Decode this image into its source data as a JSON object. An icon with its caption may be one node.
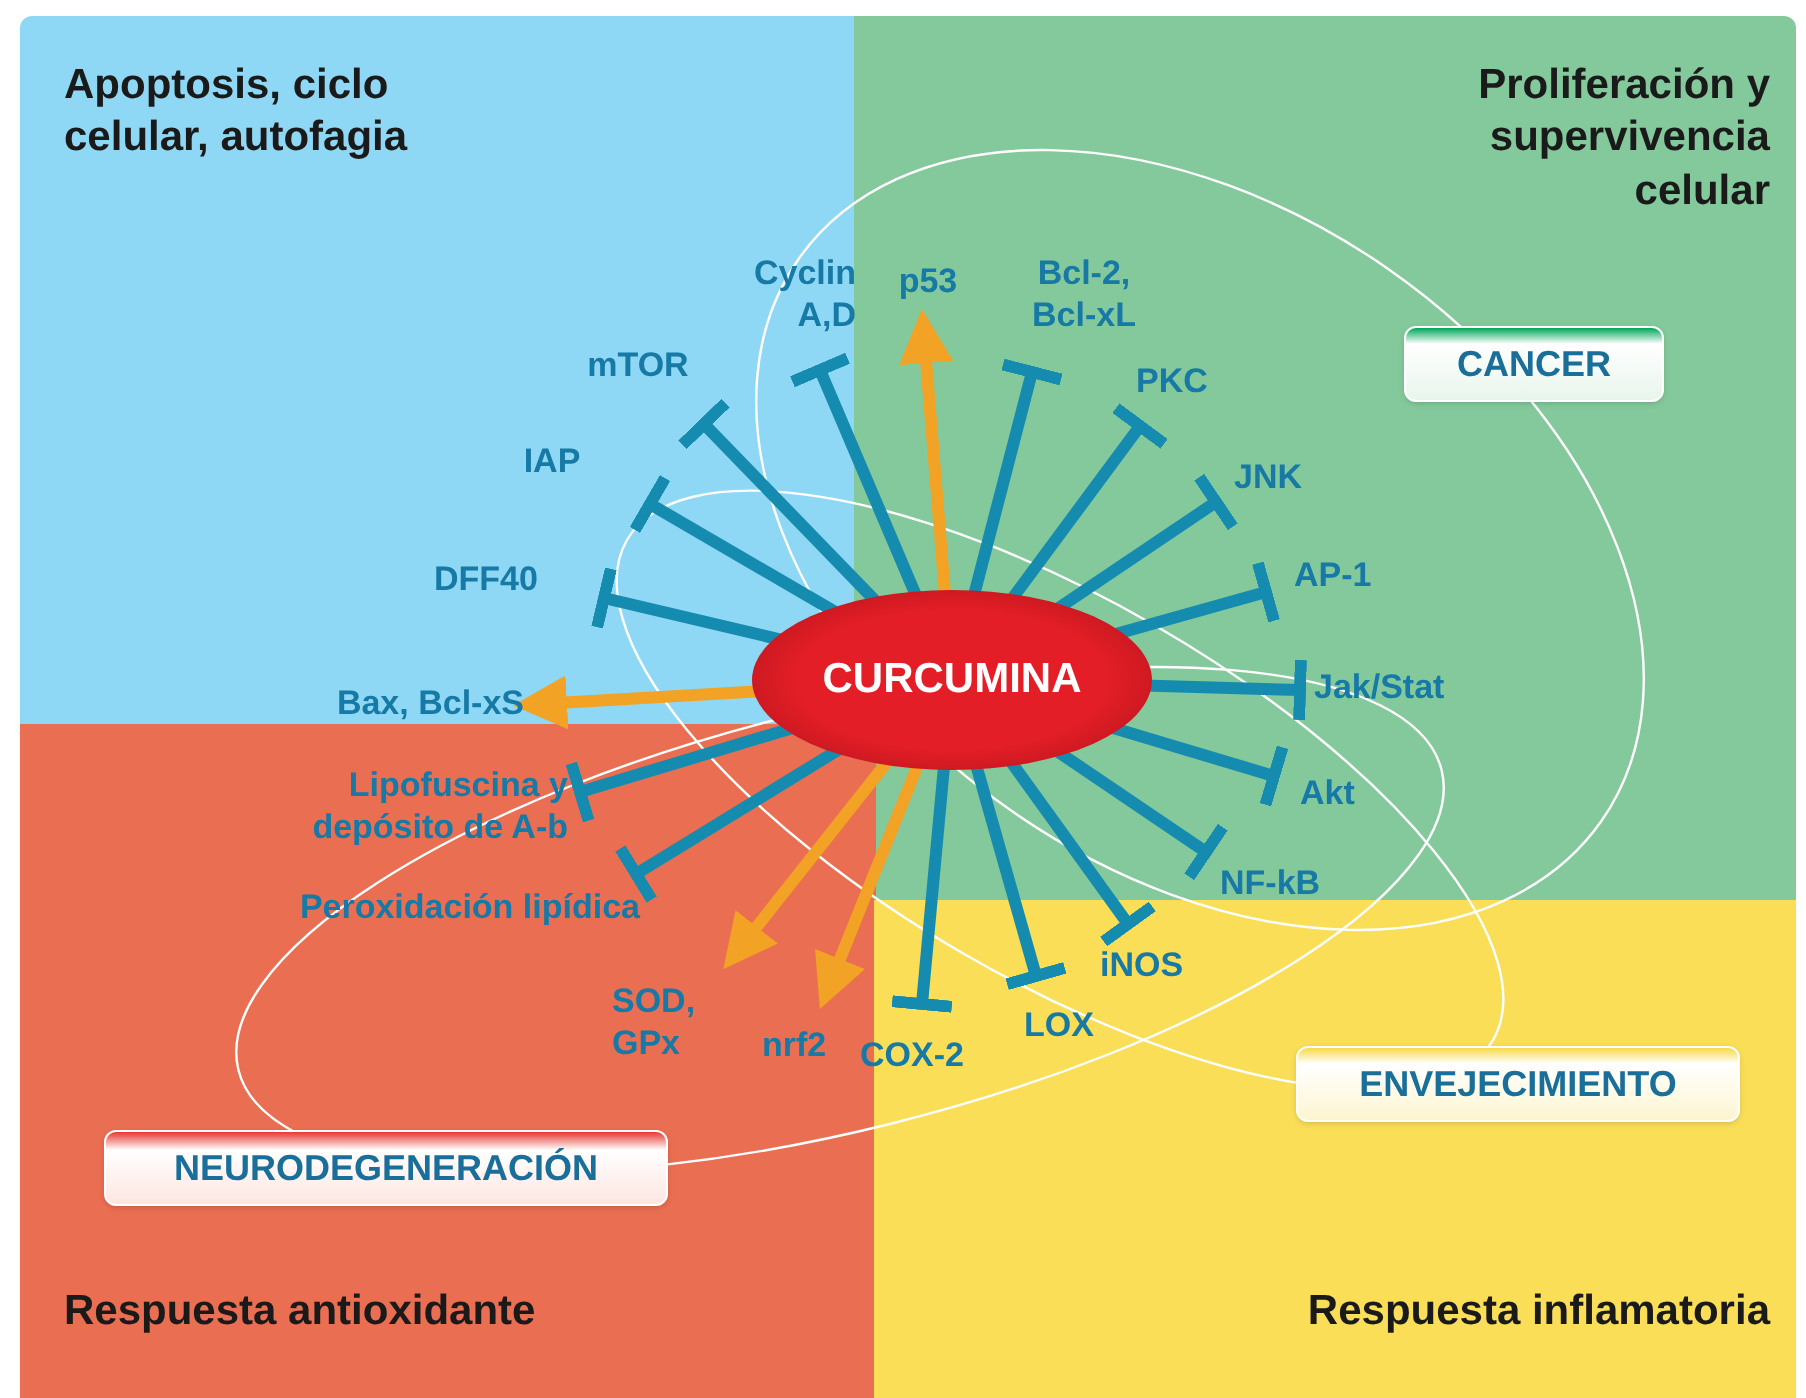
{
  "diagram": {
    "nodes": [
      {
        "text": [
          "CURCUMINA"
        ]
      },
      {
        "text": [
          "Cyclin A,D"
        ]
      },
      {
        "text": [
          "p53"
        ]
      },
      {
        "text": [
          "Bcl-2, Bcl-xL"
        ]
      },
      {
        "text": [
          "mTOR"
        ]
      },
      {
        "text": [
          "PKC"
        ]
      },
      {
        "text": [
          "IAP"
        ]
      },
      {
        "text": [
          "JNK"
        ]
      },
      {
        "text": [
          "DFF40"
        ]
      },
      {
        "text": [
          "AP-1"
        ]
      },
      {
        "text": [
          "Jak/Stat"
        ]
      },
      {
        "text": [
          "Bax, Bcl-xS"
        ]
      },
      {
        "text": [
          "Akt"
        ]
      },
      {
        "text": [
          "Lipofuscina y depósito de A-b"
        ]
      },
      {
        "text": [
          "NF-kB"
        ]
      },
      {
        "text": [
          "Peroxidación lipídica"
        ]
      },
      {
        "text": [
          "iNOS"
        ]
      },
      {
        "text": [
          "SOD, GPx"
        ]
      },
      {
        "text": [
          "LOX"
        ]
      },
      {
        "text": [
          "nrf2"
        ]
      },
      {
        "text": [
          "COX-2"
        ]
      },
      {
        "text": [
          "CANCER"
        ]
      },
      {
        "text": [
          "ENVEJECIMIENTO"
        ]
      },
      {
        "text": [
          "NEURODEGENERACIÓN"
        ]
      }
    ],
    "edges": [
      {
        "from": 0,
        "to": 1,
        "arrow": "other"
      },
      {
        "from": 0,
        "to": 2,
        "arrow": "to",
        "color": "#f2a224"
      },
      {
        "from": 0,
        "to": 3,
        "arrow": "other"
      },
      {
        "from": 0,
        "to": 4,
        "arrow": "other"
      },
      {
        "from": 0,
        "to": 5,
        "arrow": "other"
      },
      {
        "from": 0,
        "to": 6,
        "arrow": "other"
      },
      {
        "from": 0,
        "to": 7,
        "arrow": "other"
      },
      {
        "from": 0,
        "to": 8,
        "arrow": "other"
      },
      {
        "from": 0,
        "to": 9,
        "arrow": "other"
      },
      {
        "from": 0,
        "to": 10,
        "arrow": "other"
      },
      {
        "from": 0,
        "to": 11,
        "arrow": "to",
        "color": "#f2a224"
      },
      {
        "from": 0,
        "to": 12,
        "arrow": "other"
      },
      {
        "from": 0,
        "to": 13,
        "arrow": "other"
      },
      {
        "from": 0,
        "to": 14,
        "arrow": "other"
      },
      {
        "from": 0,
        "to": 15,
        "arrow": "other"
      },
      {
        "from": 0,
        "to": 16,
        "arrow": "other"
      },
      {
        "from": 0,
        "to": 17,
        "arrow": "to",
        "color": "#f2a224"
      },
      {
        "from": 0,
        "to": 18,
        "arrow": "other"
      },
      {
        "from": 0,
        "to": 19,
        "arrow": "to",
        "color": "#f2a224"
      },
      {
        "from": 0,
        "to": 20,
        "arrow": "other"
      }
    ],
    "labels": [
      "Apoptosis, ciclo celular, autofagia",
      "Proliferación y supervivencia celular",
      "Respuesta antioxidante",
      "Respuesta inflamatoria"
    ]
  }
}
